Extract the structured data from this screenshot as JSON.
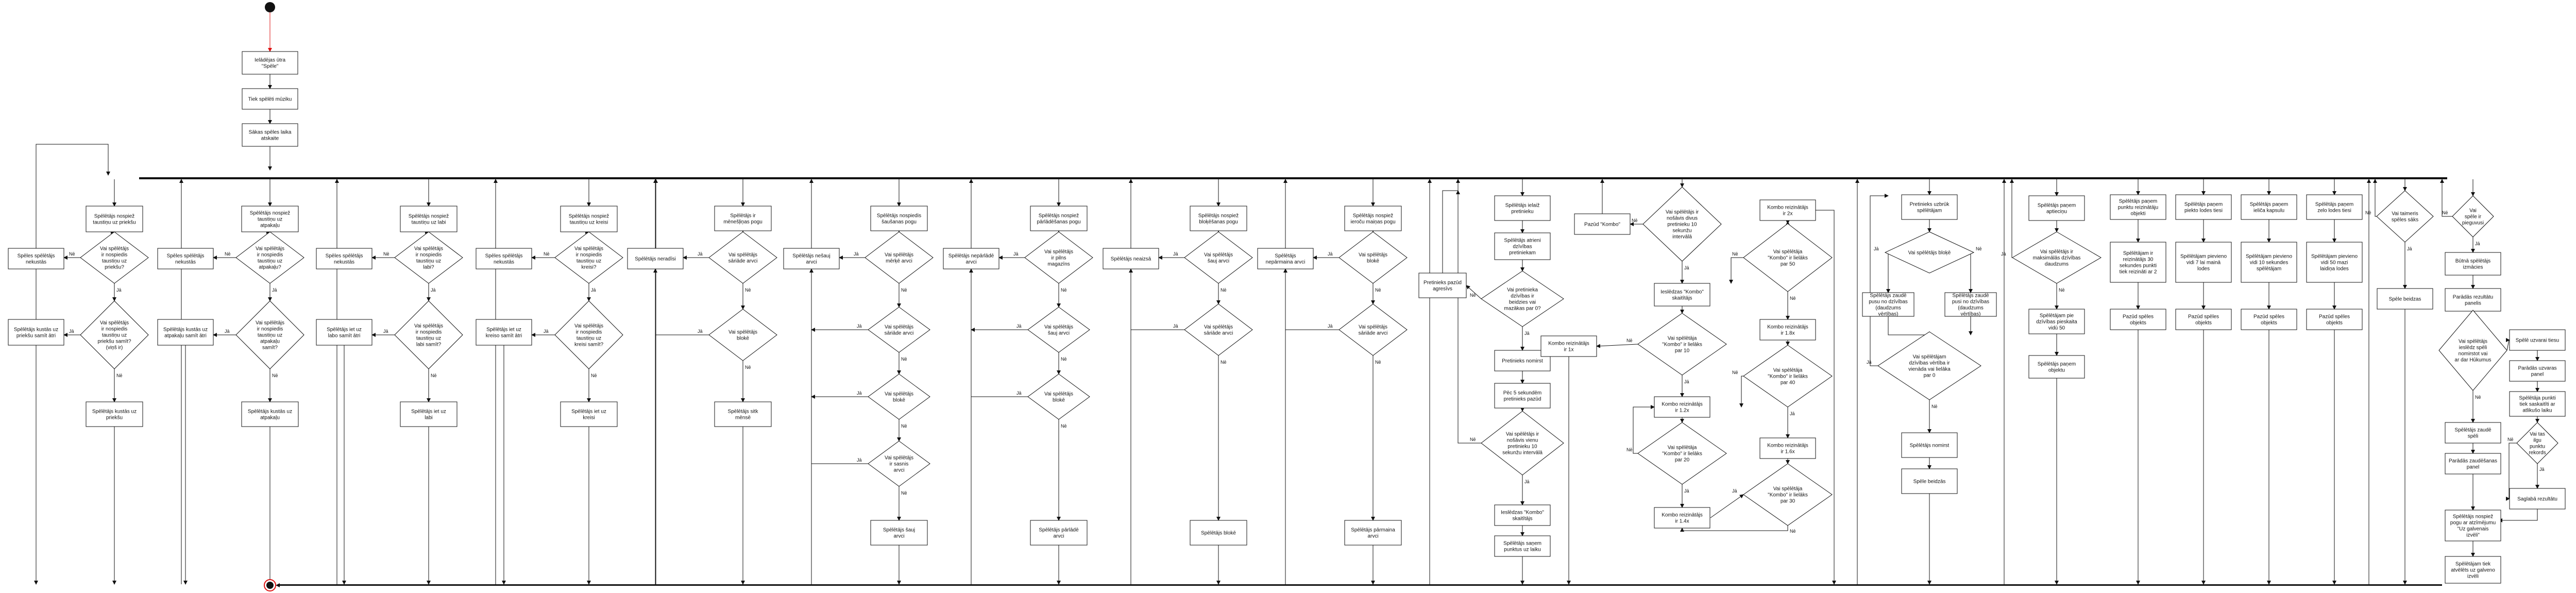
{
  "diagram": {
    "labels": {
      "yes": "Jā",
      "no": "Nē"
    },
    "nodes": {
      "a1": "Ielādējas ūtra \"Spēle\"",
      "a2": "Tiek spēlēti mūziku",
      "a3": "Sākas spēles laika atskaite",
      "c1": "Spēlētājs nospiež taustiņu uz priekšu",
      "c1d1": "Vai spēlētājs ir nospiedis taustiņu uz priekšu?",
      "c1l": "Spēles spēlētājs nekustās",
      "c1d2": "Vai spēlētājs ir nospiedis taustiņu uz priekšu samīt? (viņš ir)",
      "c1l2": "Spēlētājs kustās uz priekšu samīt ātri",
      "c1e": "Spēlētājs kustās uz priekšu",
      "c2": "Spēlētājs nospiež taustiņu uz atpakaļu",
      "c2d1": "Vai spēlētājs ir nospiedis taustiņu uz atpakaļu?",
      "c2l": "Spēles spēlētājs nekustās",
      "c2d2": "Vai spēlētājs ir nospiedis taustiņu uz atpakaļu samīt?",
      "c2l2": "Spēlētājs kustās uz atpakaļu samīt ātri",
      "c2e": "Spēlētājs kustās uz atpakaļu",
      "c3": "Spēlētājs nospiež taustiņu uz labi",
      "c3d1": "Vai spēlētājs ir nospiedis taustiņu uz labi?",
      "c3l": "Spēles spēlētājs nekustās",
      "c3d2": "Vai spēlētājs ir nospiedis taustiņu uz labi samīt?",
      "c3l2": "Spēlētājs iet uz labo samīt ātri",
      "c3e": "Spēlētājs iet uz labi",
      "c4": "Spēlētājs nospiež taustiņu uz kreisi",
      "c4d1": "Vai spēlētājs ir nospiedis taustiņu uz kreisi?",
      "c4l": "Spēles spēlētājs nekustās",
      "c4d2": "Vai spēlētājs ir nospiedis taustiņu uz kreisi samīt?",
      "c4l2": "Spēlētājs iet uz kreiso samīt ātri",
      "c4e": "Spēlētājs iet uz kreisi",
      "c5": "Spēlētājs ir mēnešļiņas pogu",
      "c5l": "Spēlētājs neradīsi",
      "c5d1": "Vai spēlētājs sāriāde arvci",
      "c5d2": "Vai spēlētājs blokē",
      "c5e": "Spēlētājs sitk mēnsē",
      "c6": "Spēlētājs nospiedis šaušanas pogu",
      "c6l": "Spēlētājs nešauj arvci",
      "c6d1": "Vai spēlētājs mērķē arvci",
      "c6d2": "Vai spēlētājs sāriāde arvci",
      "c6d3": "Vai spēlētājs blokē",
      "c6d4": "Vai spēlētājs ir sasnis arvci",
      "c6e": "Spēlētājs šauj arvci",
      "c7": "Spēlētājs nospiež pārlādēšanas pogu",
      "c7l": "Spēlētājs nepārlādē arvci",
      "c7d1": "Vai spēlētājs ir pilns magazīns",
      "c7d2": "Vai spēlētājs šauj arvci",
      "c7d3": "Vai spēlētājs blokē",
      "c7e": "Spēlētājs pārlādē arvci",
      "c8": "Spēlētājs nospiež bloķēšanas pogu",
      "c8l": "Spēlētājs neaizsā",
      "c8d1": "Vai spēlētājs šauj arvci",
      "c8d2": "Vai spēlētājs sāriāde arvci",
      "c8e": "Spēlētājs blokē",
      "c9": "Spēlētājs nospiež ieroču maiņas pogu",
      "c9l": "Spēlētājs nepārmaina arvci",
      "c9d1": "Vai spēlētājs blokē",
      "c9d2": "Vai spēlētājs sāriāde arvci",
      "c9e": "Spēlētājs pārmaina arvci",
      "k1": "Spēlētājs ielaiž pretinieku",
      "k2": "Spēlētājs atrieni dzīvības pretiniekam",
      "k3": "Pretinieks pazūd agresīvs",
      "k4": "Vai pretinieka dzīvības ir beidzies vai mazākas par 0?",
      "k5": "Pretinieks nomirst",
      "k6": "Pēc 5 sekundēm pretinieks pazūd",
      "k7": "Vai spēlētājs ir nošāvis vienu pretinieku 10 sekunžu intervālā",
      "k8": "Ieslēdzas \"Kombo\" skaitītājs",
      "k9": "Spēlētājs saņem punktus uz laiku",
      "m1": "Pazūd \"Kombo\"",
      "m2": "Vai spēlētājs ir nošāvis divus pretinieku 10 sekunžu intervālā",
      "m3": "Ieslēdzas \"Kombo\" skaitītājs",
      "m4": "Kombo reizinātājs ir 1x",
      "m5": "Vai spēlētāja \"Kombo\" ir lielāks par 10",
      "m6": "Kombo reizinātājs ir 1.2x",
      "m7": "Vai spēlētāja \"Kombo\" ir lielāks par 20",
      "m8": "Kombo reizinātājs ir 1.4x",
      "r1": "Kombo reizinātājs ir 2x",
      "r2": "Vai spēlētāja \"Kombo\" ir lielāks par 50",
      "r3": "Kombo reizinātājs ir 1.8x",
      "r4": "Vai spēlētāja \"Kombo\" ir lielāks par 40",
      "r5": "Kombo reizinātājs ir 1.6x",
      "r6": "Vai spēlētāja \"Kombo\" ir lielāks par 30",
      "s1": "Pretinieks uzbrūk spēlētājam",
      "s2": "Vai spēlētājs bloķē",
      "s3": "Spēlētājs zaudē pusu no dzīvības (daudzums vērtības)",
      "s4": "Spēlētājs zaudē pusi no dzīvības (daudzums vērtības)",
      "s5": "Vai spēlētājam dzīvības vērtība ir vienāda vai lielāka par 0",
      "s6": "Spēlētājs nomirst",
      "s7": "Spēle beidzās",
      "t1": "Spēlētājs paņem aptieciņu",
      "t2": "Vai spēlētājs ir maksimālās dzīvības daudzums",
      "t3": "Spēlētājam pie dzīvības pieskaita vidū 50",
      "t4": "Spēlētājs paņem objektu",
      "u1": "Spēlētājs paņem punktu reizinātāju objekti",
      "u2": "Spēlētājam ir reizinātājs 30 sekundes punkti tiek reizināti ar 2",
      "u3": "Pazūd spēles objekts",
      "v1": "Spēlētājs paņem piekto lodes tiesi",
      "v2": "Spēlētājam pievieno vidi 7 lai mainā lodes",
      "v3": "Pazūd spēles objekts",
      "w1": "Spēlētājs paņem ieliča kapsulu",
      "w2": "Spēlētājam pievieno vidi 10 sekundes spēlētājam",
      "w3": "Pazūd spēles objekts",
      "x1": "Spēlētājs paņem zelo lodes tiesi",
      "x2": "Spēlētājam pievieno vidi 50 mazi laidiņa lodes",
      "x3": "Pazūd spēles objekts",
      "y1": "Vai taimeris spēles sāks",
      "y2": "Spēle beidzas",
      "z1": "Vai spēle ir pieguvusi",
      "z2": "Būtnā spēlētājs izmācies",
      "z3": "Parādās rezultātu panelis",
      "z4": "Vai spēlētājs ieslēdz spēli nomirstot vai ar dar Hūkumus",
      "z5": "Spēlē uzvarai tiesu",
      "z6": "Parādās uzvaras panel",
      "z7": "Spēlētāja punkti tiek saskaitīti ar atlikušo laiku",
      "z8": "Vai tas ilgu punktu rekords",
      "z9": "Saglabā rezultātu",
      "z10": "Spēlētājs zaudē spēli",
      "z11": "Parādās zaudēšanas panel",
      "z12": "Spēlētājs nospiež pogu ar atzīmējumu \"Uz galvenais izvēli\"",
      "z13": "Spēlētājam tiek atvēlēts uz galveno izvēli"
    }
  }
}
